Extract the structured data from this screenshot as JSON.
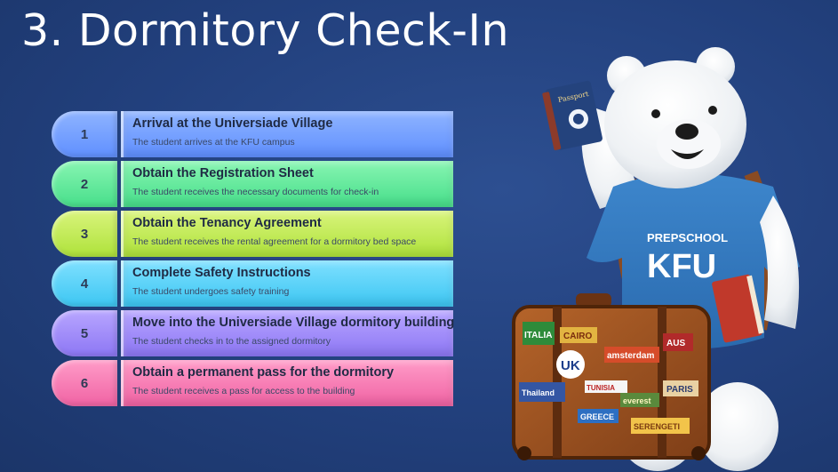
{
  "slide": {
    "title": "3. Dormitory Check-In",
    "steps": [
      {
        "number": "1",
        "heading": "Arrival at the Universiade Village",
        "detail": "The student arrives at the KFU campus"
      },
      {
        "number": "2",
        "heading": "Obtain the Registration Sheet",
        "detail": "The student receives the necessary documents for check-in"
      },
      {
        "number": "3",
        "heading": "Obtain the Tenancy Agreement",
        "detail": "The student receives the rental agreement for a dormitory bed space"
      },
      {
        "number": "4",
        "heading": "Complete Safety Instructions",
        "detail": "The student undergoes safety training"
      },
      {
        "number": "5",
        "heading": "Move into the Universiade Village dormitory building",
        "detail": "The student checks in to the assigned dormitory"
      },
      {
        "number": "6",
        "heading": "Obtain a permanent pass for the dormitory",
        "detail": "The student receives a pass for access to the building"
      }
    ]
  },
  "mascot": {
    "shirt_line1": "PREPSCHOOL",
    "shirt_line2": "KFU",
    "passport_label": "Passport",
    "stickers": [
      "ITALIA",
      "CAIRO",
      "UK",
      "amsterdam",
      "AUS",
      "TUNISIA",
      "Thailand",
      "PARIS",
      "GREECE",
      "everest",
      "SERENGETI"
    ]
  },
  "colors": {
    "background": "#22407d",
    "step1": "#6f9bff",
    "step2": "#5ce89a",
    "step3": "#c2ea55",
    "step4": "#52cff5",
    "step5": "#9c88f7",
    "step6": "#f574b0"
  }
}
